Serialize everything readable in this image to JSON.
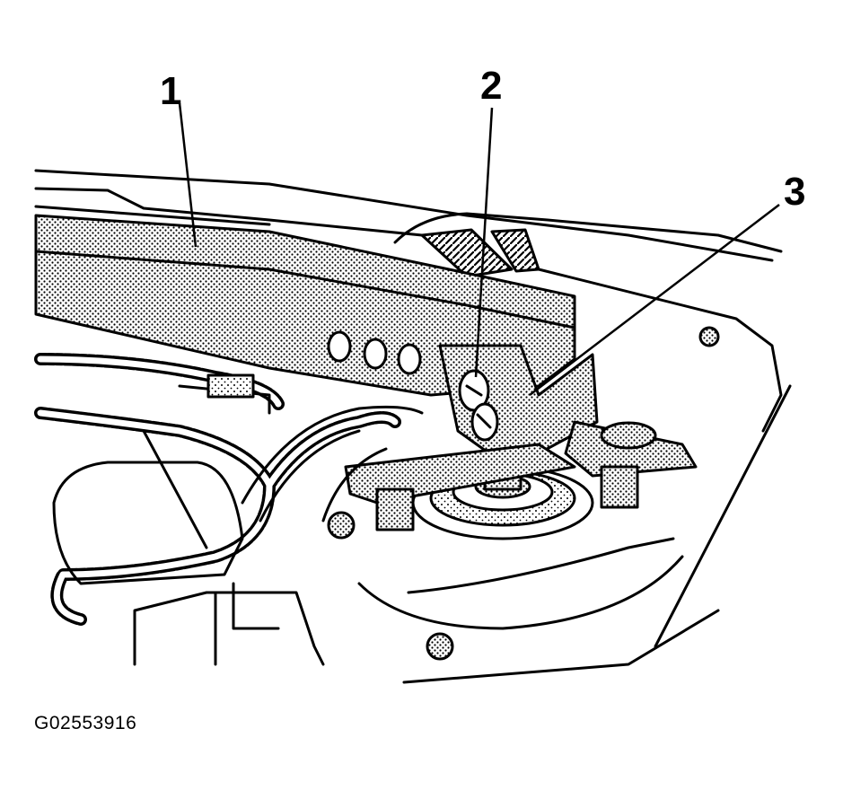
{
  "figure": {
    "code": "G02553916",
    "callouts": [
      {
        "id": "1",
        "label": "1"
      },
      {
        "id": "2",
        "label": "2"
      },
      {
        "id": "3",
        "label": "3"
      }
    ]
  }
}
